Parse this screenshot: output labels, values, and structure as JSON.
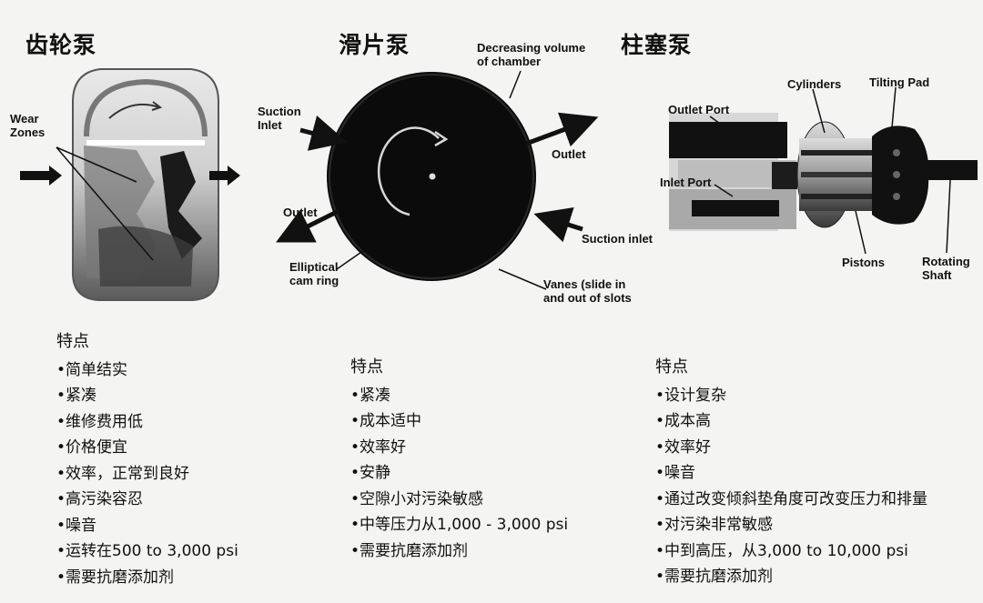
{
  "gear_pump": {
    "title": "齿轮泵",
    "labels": {
      "wear_zones": "Wear\nZones"
    },
    "features_heading": "特点",
    "features": [
      "•简单结实",
      "•紧凑",
      "•维修费用低",
      "•价格便宜",
      "•效率，正常到良好",
      "•高污染容忍",
      "•噪音",
      "•运转在500 to 3,000 psi",
      "•需要抗磨添加剂"
    ]
  },
  "vane_pump": {
    "title": "滑片泵",
    "labels": {
      "decreasing_volume": "Decreasing volume\nof chamber",
      "suction_inlet_left": "Suction\nInlet",
      "outlet_right": "Outlet",
      "outlet_left": "Outlet",
      "suction_inlet_right": "Suction inlet",
      "elliptical_cam_ring": "Elliptical\ncam ring",
      "vanes": "Vanes (slide in\nand out of slots"
    },
    "features_heading": "特点",
    "features": [
      "•紧凑",
      "•成本适中",
      "•效率好",
      "•安静",
      "•空隙小对污染敏感",
      "•中等压力从1,000 - 3,000 psi",
      "•需要抗磨添加剂"
    ]
  },
  "piston_pump": {
    "title": "柱塞泵",
    "labels": {
      "cylinders": "Cylinders",
      "tilting_pad": "Tilting Pad",
      "outlet_port": "Outlet Port",
      "inlet_port": "Inlet Port",
      "pistons": "Pistons",
      "rotating_shaft": "Rotating\nShaft"
    },
    "features_heading": "特点",
    "features": [
      "•设计复杂",
      "•成本高",
      "•效率好",
      "•噪音",
      "•通过改变倾斜垫角度可改变压力和排量",
      "•对污染非常敏感",
      "•中到高压，从3,000 to 10,000 psi",
      "•需要抗磨添加剂"
    ]
  }
}
